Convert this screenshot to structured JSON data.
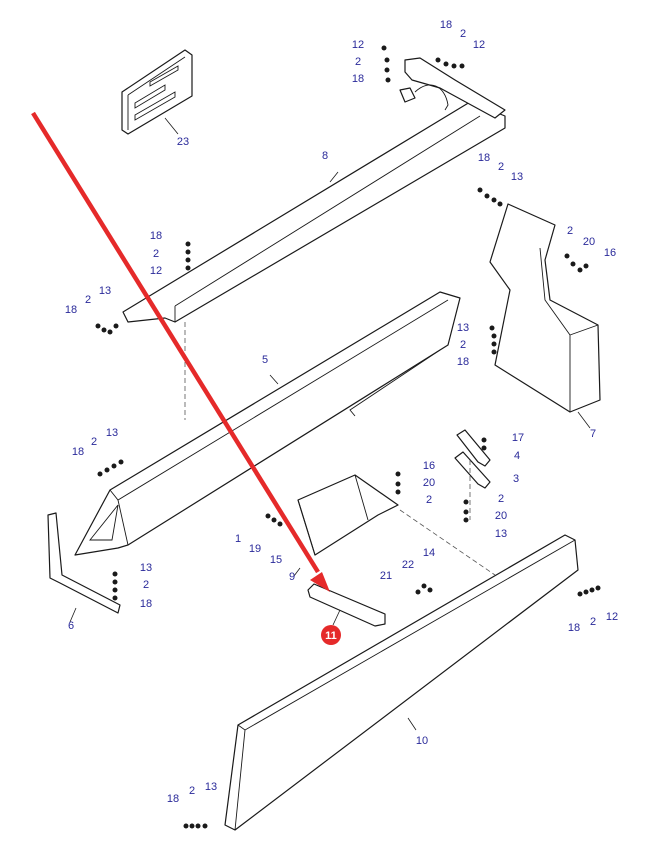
{
  "diagram": {
    "highlight_color": "#e52a2a",
    "label_color": "#2a2a9a",
    "callouts": [
      {
        "id": "c23",
        "text": "23"
      },
      {
        "id": "c8",
        "text": "8"
      },
      {
        "id": "c5",
        "text": "5"
      },
      {
        "id": "c7",
        "text": "7"
      },
      {
        "id": "c6",
        "text": "6"
      },
      {
        "id": "c9",
        "text": "9"
      },
      {
        "id": "c10",
        "text": "10"
      },
      {
        "id": "c4",
        "text": "4"
      },
      {
        "id": "c3",
        "text": "3"
      },
      {
        "id": "c17",
        "text": "17"
      },
      {
        "id": "c1",
        "text": "1"
      },
      {
        "id": "c19",
        "text": "19"
      },
      {
        "id": "c15",
        "text": "15"
      },
      {
        "id": "c21",
        "text": "21"
      },
      {
        "id": "c22",
        "text": "22"
      },
      {
        "id": "c14",
        "text": "14"
      },
      {
        "id": "t_tl_12",
        "text": "12"
      },
      {
        "id": "t_tl_2",
        "text": "2"
      },
      {
        "id": "t_tl_18",
        "text": "18"
      },
      {
        "id": "t_tr_18",
        "text": "18"
      },
      {
        "id": "t_tr_2",
        "text": "2"
      },
      {
        "id": "t_tr_12",
        "text": "12"
      },
      {
        "id": "m_18",
        "text": "18"
      },
      {
        "id": "m_2",
        "text": "2"
      },
      {
        "id": "m_12",
        "text": "12"
      },
      {
        "id": "l_18",
        "text": "18"
      },
      {
        "id": "l_2",
        "text": "2"
      },
      {
        "id": "l_13",
        "text": "13"
      },
      {
        "id": "r7_18",
        "text": "18"
      },
      {
        "id": "r7_2",
        "text": "2"
      },
      {
        "id": "r7_13",
        "text": "13"
      },
      {
        "id": "r7b_2",
        "text": "2"
      },
      {
        "id": "r7b_20",
        "text": "20"
      },
      {
        "id": "r7b_16",
        "text": "16"
      },
      {
        "id": "r7c_13",
        "text": "13"
      },
      {
        "id": "r7c_2",
        "text": "2"
      },
      {
        "id": "r7c_18",
        "text": "18"
      },
      {
        "id": "l5_18",
        "text": "18"
      },
      {
        "id": "l5_2",
        "text": "2"
      },
      {
        "id": "l5_13",
        "text": "13"
      },
      {
        "id": "p9_16",
        "text": "16"
      },
      {
        "id": "p9_20",
        "text": "20"
      },
      {
        "id": "p9_2",
        "text": "2"
      },
      {
        "id": "p3_2",
        "text": "2"
      },
      {
        "id": "p3_20",
        "text": "20"
      },
      {
        "id": "p3_13",
        "text": "13"
      },
      {
        "id": "p6_13",
        "text": "13"
      },
      {
        "id": "p6_2",
        "text": "2"
      },
      {
        "id": "p6_18",
        "text": "18"
      },
      {
        "id": "p10r_18",
        "text": "18"
      },
      {
        "id": "p10r_2",
        "text": "2"
      },
      {
        "id": "p10r_12",
        "text": "12"
      },
      {
        "id": "p10b_18",
        "text": "18"
      },
      {
        "id": "p10b_2",
        "text": "2"
      },
      {
        "id": "p10b_13",
        "text": "13"
      }
    ],
    "highlight_badge": "11"
  }
}
